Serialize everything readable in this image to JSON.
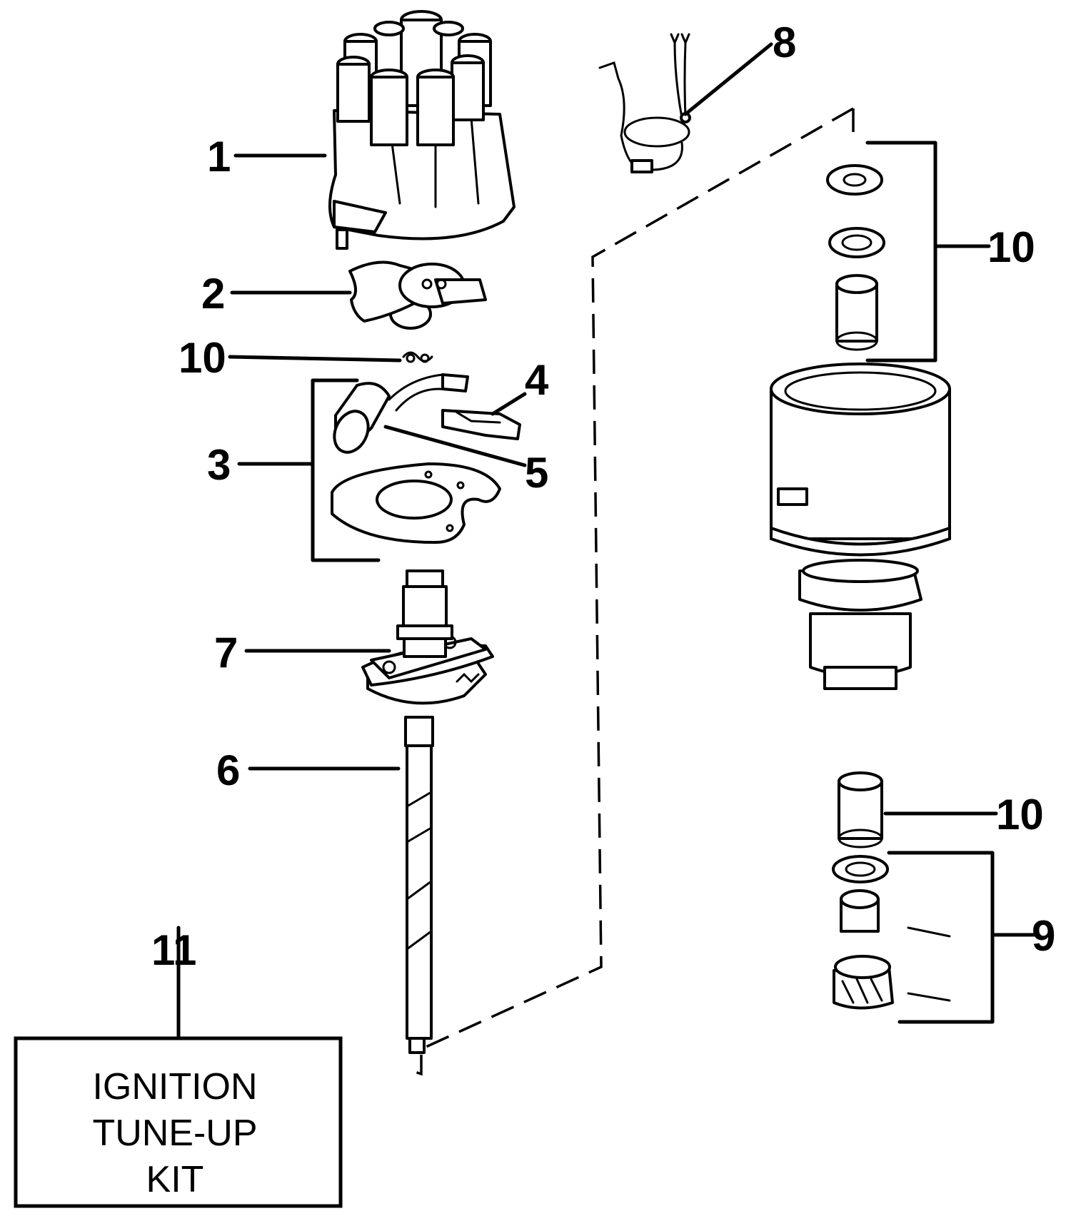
{
  "callouts": {
    "c1": "1",
    "c2": "2",
    "c3": "3",
    "c4": "4",
    "c5": "5",
    "c6": "6",
    "c7": "7",
    "c8": "8",
    "c9": "9",
    "c10_left": "10",
    "c10_top": "10",
    "c10_bottom": "10",
    "c11": "11"
  },
  "kit_box": {
    "line1": "IGNITION",
    "line2": "TUNE-UP",
    "line3": "KIT"
  }
}
